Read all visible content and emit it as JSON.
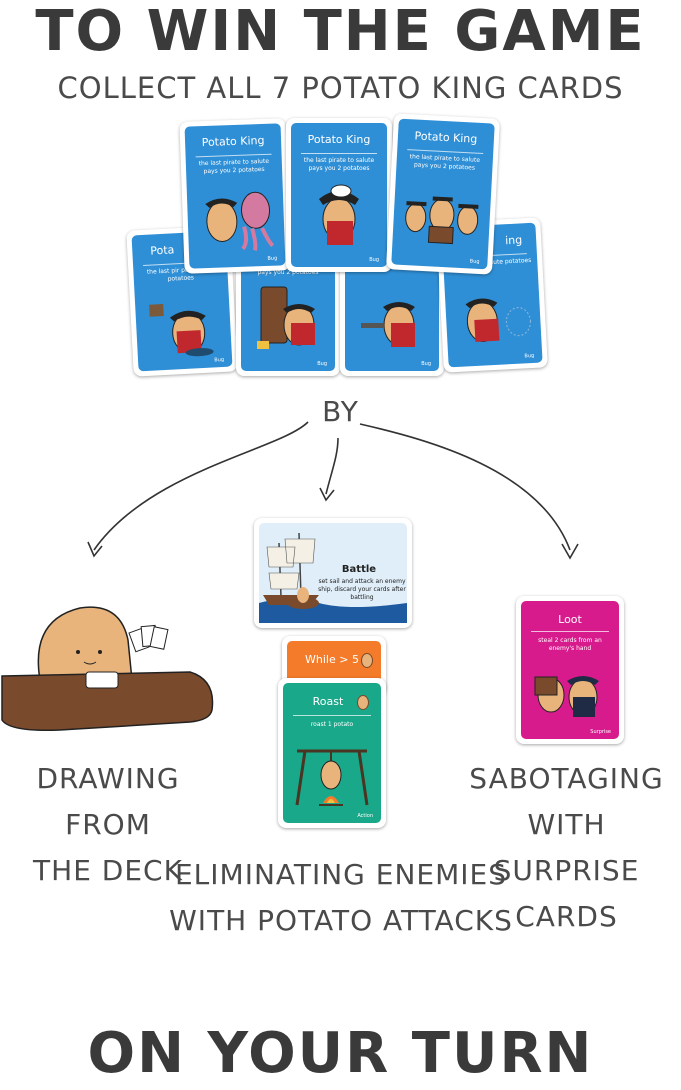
{
  "heading": {
    "title": "TO WIN THE GAME",
    "subtitle": "COLLECT ALL 7 POTATO KING CARDS"
  },
  "king_cards": {
    "title": "Potato King",
    "text": "the last pirate to salute pays you 2 potatoes",
    "footer": "Bug",
    "partial_title_left": "Pota",
    "partial_title_right": "ing",
    "partial_text_left": "the last pir pays you 2 potatoes",
    "partial_text_mid": "pays you 2 potatoes",
    "partial_text_right": "salute potatoes"
  },
  "by_label": "BY",
  "methods": {
    "drawing": [
      "DRAWING FROM",
      "THE DECK"
    ],
    "eliminating": [
      "ELIMINATING ENEMIES",
      "WITH POTATO ATTACKS"
    ],
    "sabotaging": [
      "SABOTAGING WITH",
      "SURPRISE CARDS"
    ]
  },
  "battle_card": {
    "title": "Battle",
    "text": "set sail and attack an enemy ship, discard your cards after battling"
  },
  "while_card": {
    "title": "While > 5"
  },
  "roast_card": {
    "title": "Roast",
    "text": "roast 1 potato",
    "footer": "Action"
  },
  "loot_card": {
    "title": "Loot",
    "text": "steal 2 cards from an enemy's hand",
    "footer": "Surprise"
  },
  "footer_heading": "ON YOUR TURN",
  "colors": {
    "card_blue": "#2f8fd6",
    "orange": "#f47b2a",
    "teal": "#1aa88a",
    "magenta": "#d81b8c",
    "text_dark": "#3a3a3a",
    "table_brown": "#7a4a2c",
    "potato": "#e8b47c"
  }
}
